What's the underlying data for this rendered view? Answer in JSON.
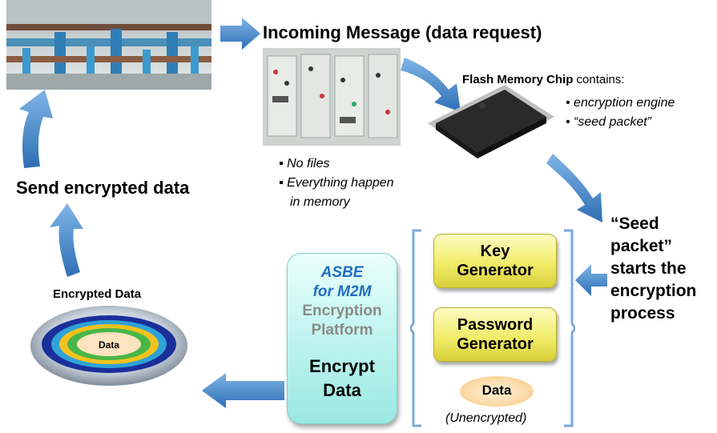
{
  "incoming": {
    "title": "Incoming Message (data request)"
  },
  "flash": {
    "title_bold": "Flash Memory Chip",
    "title_rest": " contains:",
    "bullets": [
      "• encryption engine",
      "• “seed packet”"
    ]
  },
  "notes": {
    "items": [
      "No files",
      "Everything happen",
      "in memory"
    ]
  },
  "send": {
    "label": "Send encrypted data"
  },
  "seed": {
    "lines": [
      "“Seed",
      "packet”",
      "starts the",
      "encryption",
      "process"
    ]
  },
  "generators": {
    "key": [
      "Key",
      "Generator"
    ],
    "password": [
      "Password",
      "Generator"
    ],
    "data_label": "Data",
    "unencrypted": "(Unencrypted)"
  },
  "asbe": {
    "line1": "ASBE",
    "line2": "for M2M",
    "line3": "Encryption",
    "line4": "Platform",
    "line5": "Encrypt",
    "line6": "Data"
  },
  "encrypted": {
    "title": "Encrypted Data",
    "core_label": "Data"
  },
  "colors": {
    "arrow": "#4a8fd0",
    "asbe_blue": "#1f6fbf",
    "asbe_gray": "#8a8a8a",
    "bracket": "#7aaad6"
  }
}
